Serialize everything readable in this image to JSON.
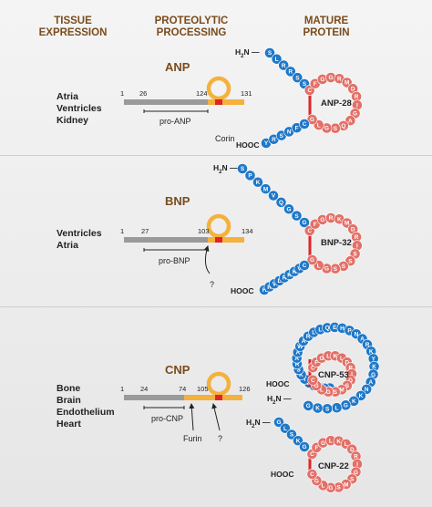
{
  "headers": {
    "tissue": [
      "TISSUE",
      "EXPRESSION"
    ],
    "processing": [
      "PROTEOLYTIC",
      "PROCESSING"
    ],
    "mature": [
      "MATURE",
      "PROTEIN"
    ]
  },
  "anp": {
    "title": "ANP",
    "tissues": [
      "Atria",
      "Ventricles",
      "Kidney"
    ],
    "numbers": [
      "1",
      "26",
      "124",
      "131"
    ],
    "pro_label": "pro-ANP",
    "enzyme": "Corin",
    "peptide": "ANP-28",
    "nterm": "H",
    "nterm_sub": "2",
    "nterm_tail": "N",
    "cterm": "HOOC",
    "top_strand": "SLRRSS",
    "loop": "CFGGRMDRIGAQSGLG",
    "bottom_strand": "YRSNFC"
  },
  "bnp": {
    "title": "BNP",
    "tissues": [
      "Ventricles",
      "Atria"
    ],
    "numbers": [
      "1",
      "27",
      "103",
      "134"
    ],
    "pro_label": "pro-BNP",
    "enzyme": "?",
    "peptide": "BNP-32",
    "nterm": "H",
    "nterm_sub": "2",
    "nterm_tail": "N",
    "cterm": "HOOC",
    "top_strand": "SPKMVQGSG",
    "loop": "CFGRKMDRISSSSGLG",
    "bottom_strand": "HRVLRKKVC"
  },
  "cnp": {
    "title": "CNP",
    "tissues": [
      "Bone",
      "Brain",
      "Endothelium",
      "Heart"
    ],
    "numbers": [
      "1",
      "24",
      "74",
      "105",
      "126"
    ],
    "pro_label": "pro-CNP",
    "enzyme": "Furin",
    "enzyme2": "?",
    "peptide53": "CNP-53",
    "peptide22": "CNP-22",
    "nterm": "H",
    "nterm_sub": "2",
    "nterm_tail": "N",
    "cterm": "HOOC",
    "cnp53_beads": "DLRVDTKSRAAWARLLQEHPNARKYKGANKKGLSKGCFGLKLDRIGSMSGLGC",
    "cnp22_top": "GLSKG",
    "cnp22_loop": "CFGLKLDRIGSMSGLGC"
  },
  "colors": {
    "header": "#7a4b1c",
    "gray_segment": "#999999",
    "orange_segment": "#f4b13c",
    "red_mark": "#e0232a",
    "blue_bead": "#1f78c8",
    "salmon_bead": "#e27068",
    "disulfide": "#e0232a"
  }
}
